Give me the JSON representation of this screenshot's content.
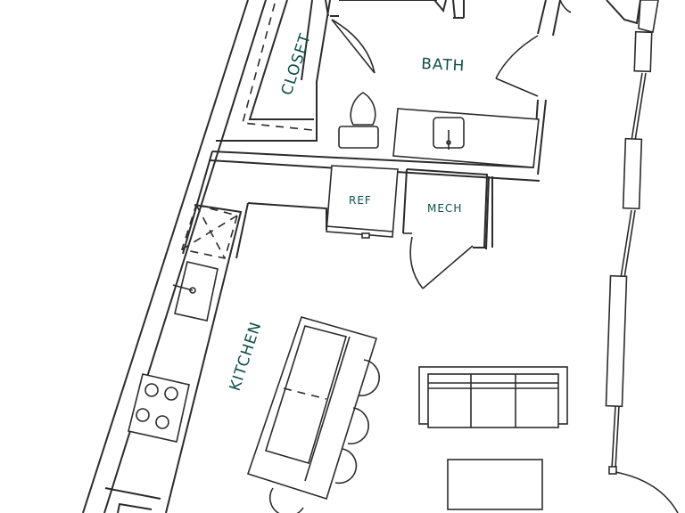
{
  "rooms": {
    "closet": "CLOSET",
    "bath": "BATH",
    "ref": "REF",
    "mech": "MECH",
    "kitchen": "KITCHEN"
  },
  "colors": {
    "line": "#2b2b2b",
    "label": "#0f4f4a",
    "background": "#ffffff"
  }
}
